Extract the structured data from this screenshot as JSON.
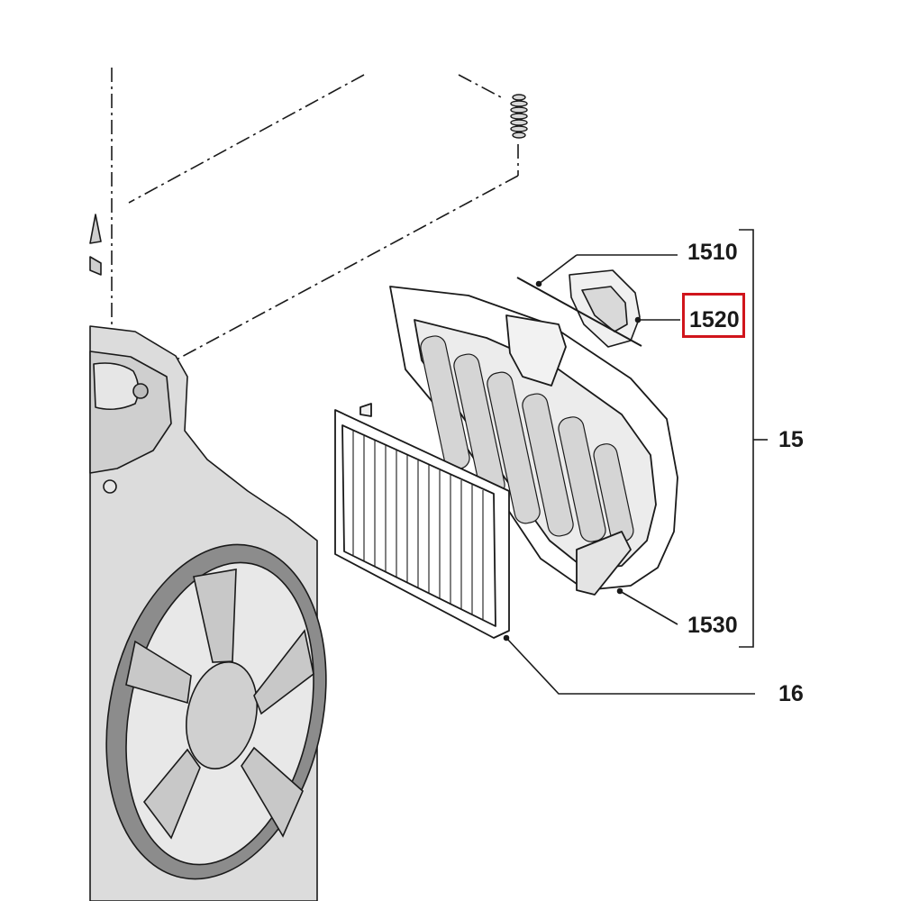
{
  "callouts": {
    "part_1510": "1510",
    "part_1520": "1520",
    "part_15": "15",
    "part_1530": "1530",
    "part_16": "16"
  },
  "highlighted_callout": "1520",
  "colors": {
    "line": "#1a1a1a",
    "part_fill": "#d9d9d9",
    "highlight": "#d0151c",
    "background": "#ffffff"
  }
}
